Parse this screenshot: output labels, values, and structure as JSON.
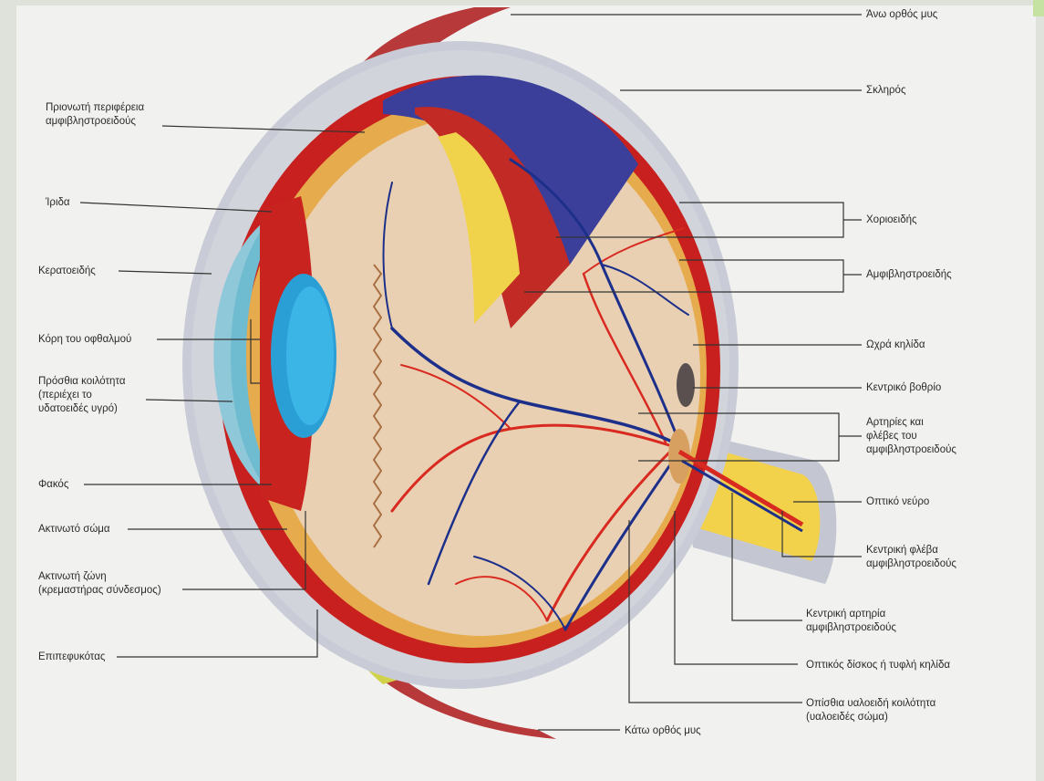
{
  "labels": {
    "superior_rectus": "Άνω ορθός μυς",
    "sclera": "Σκληρός",
    "ora_serrata": "Πριονωτή περιφέρεια\nαμφιβληστροειδούς",
    "choroid": "Χοριοειδής",
    "iris": "Ίριδα",
    "retina": "Αμφιβληστροειδής",
    "cornea": "Κερατοειδής",
    "pupil": "Κόρη του οφθαλμού",
    "macula": "Ωχρά κηλίδα",
    "anterior_chamber": "Πρόσθια κοιλότητα\n(περιέχει το\nυδατοειδές υγρό)",
    "fovea": "Κεντρικό βοθρίο",
    "retinal_vessels": "Αρτηρίες και\nφλέβες του\nαμφιβληστροειδούς",
    "lens": "Φακός",
    "optic_nerve": "Οπτικό νεύρο",
    "ciliary_body": "Ακτινωτό σώμα",
    "central_vein": "Κεντρική φλέβα\nαμφιβληστροειδούς",
    "zonule": "Ακτινωτή ζώνη\n(κρεμαστήρας σύνδεσμος)",
    "central_artery": "Κεντρική αρτηρία\nαμφιβληστροειδούς",
    "conjunctiva": "Επιπεφυκότας",
    "optic_disc": "Οπτικός δίσκος ή τυφλή κηλίδα",
    "vitreous": "Οπίσθια υαλοειδή κοιλότητα\n(υαλοειδές σώμα)",
    "inferior_rectus": "Κάτω ορθός μυς"
  },
  "colors": {
    "sclera": "#c9ccd6",
    "choroid": "#c8201e",
    "retina_fill": "#e9c9a6",
    "cornea": "#7ec6d8",
    "lens": "#2a9fd6",
    "vitreous_upper": "#3b3f9a",
    "optic_nerve": "#f2d24a",
    "artery": "#d82a20",
    "vein": "#1c2f8a",
    "muscle": "#b8393a",
    "leader": "#333333"
  }
}
